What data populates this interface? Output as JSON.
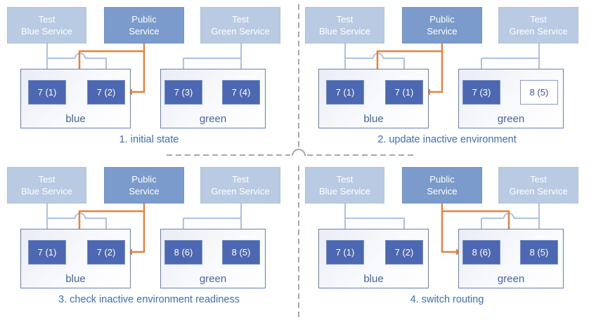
{
  "colors": {
    "public_service_fill": "#7b9bcd",
    "test_service_fill": "#b9cbe3",
    "service_text": "#ffffff",
    "pod_fill": "#4d68b2",
    "pod_text": "#ffffff",
    "pod_outlined_fill": "#ffffff",
    "pod_outlined_border": "#8c9cc9",
    "pod_outlined_text": "#3e569e",
    "environment_border": "#6580bf",
    "environment_label_text": "#4166a8",
    "caption_text": "#3c6dc4",
    "test_route_arrow": "#adc2e2",
    "public_route_arrow": "#e6823e",
    "divider_dash": "#a8a8a8"
  },
  "panels": [
    {
      "caption": "1. initial state",
      "active_environment": "blue",
      "services": {
        "test_blue": {
          "line1": "Test",
          "line2": "Blue Service"
        },
        "public": {
          "line1": "Public",
          "line2": "Service"
        },
        "test_green": {
          "line1": "Test",
          "line2": "Green Service"
        }
      },
      "environments": {
        "blue": {
          "label": "blue",
          "pods": [
            {
              "label": "7 (1)",
              "style": "solid"
            },
            {
              "label": "7 (2)",
              "style": "solid"
            }
          ]
        },
        "green": {
          "label": "green",
          "pods": [
            {
              "label": "7 (3)",
              "style": "solid"
            },
            {
              "label": "7 (4)",
              "style": "solid"
            }
          ]
        }
      }
    },
    {
      "caption": "2. update inactive environment",
      "active_environment": "blue",
      "services": {
        "test_blue": {
          "line1": "Test",
          "line2": "Blue Service"
        },
        "public": {
          "line1": "Public",
          "line2": "Service"
        },
        "test_green": {
          "line1": "Test",
          "line2": "Green Service"
        }
      },
      "environments": {
        "blue": {
          "label": "blue",
          "pods": [
            {
              "label": "7 (1)",
              "style": "solid"
            },
            {
              "label": "7 (1)",
              "style": "solid"
            }
          ]
        },
        "green": {
          "label": "green",
          "pods": [
            {
              "label": "7 (3)",
              "style": "solid"
            },
            {
              "label": "8 (5)",
              "style": "outlined"
            }
          ]
        }
      }
    },
    {
      "caption": "3. check inactive environment readiness",
      "active_environment": "blue",
      "services": {
        "test_blue": {
          "line1": "Test",
          "line2": "Blue Service"
        },
        "public": {
          "line1": "Public",
          "line2": "Service"
        },
        "test_green": {
          "line1": "Test",
          "line2": "Green Service"
        }
      },
      "environments": {
        "blue": {
          "label": "blue",
          "pods": [
            {
              "label": "7 (1)",
              "style": "solid"
            },
            {
              "label": "7 (2)",
              "style": "solid"
            }
          ]
        },
        "green": {
          "label": "green",
          "pods": [
            {
              "label": "8 (6)",
              "style": "solid"
            },
            {
              "label": "8 (5)",
              "style": "solid"
            }
          ]
        }
      }
    },
    {
      "caption": "4. switch routing",
      "active_environment": "green",
      "services": {
        "test_blue": {
          "line1": "Test",
          "line2": "Blue Service"
        },
        "public": {
          "line1": "Public",
          "line2": "Service"
        },
        "test_green": {
          "line1": "Test",
          "line2": "Green Service"
        }
      },
      "environments": {
        "blue": {
          "label": "blue",
          "pods": [
            {
              "label": "7 (1)",
              "style": "solid"
            },
            {
              "label": "7 (2)",
              "style": "solid"
            }
          ]
        },
        "green": {
          "label": "green",
          "pods": [
            {
              "label": "8 (6)",
              "style": "solid"
            },
            {
              "label": "8 (5)",
              "style": "solid"
            }
          ]
        }
      }
    }
  ]
}
